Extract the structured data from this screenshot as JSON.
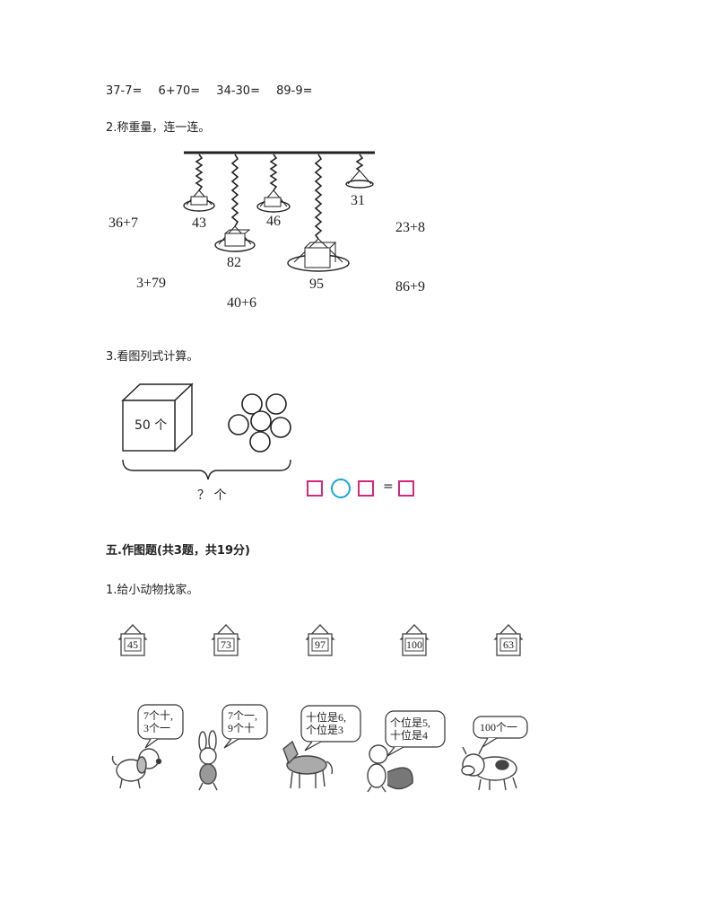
{
  "equations_row": [
    "37-7=",
    "6+70=",
    "34-30=",
    "89-9="
  ],
  "q2": {
    "title": "2.称重量，连一连。",
    "weights": [
      "43",
      "82",
      "46",
      "95",
      "31"
    ],
    "expressions": [
      "36+7",
      "3+79",
      "40+6",
      "23+8",
      "86+9"
    ]
  },
  "q3": {
    "title": "3.看图列式计算。",
    "box_label": "50 个",
    "brace_label": "？ 个",
    "equals": "="
  },
  "section5": {
    "title": "五.作图题(共3题，共19分)"
  },
  "q5_1": {
    "title": "1.给小动物找家。",
    "houses": [
      "45",
      "73",
      "97",
      "100",
      "63"
    ],
    "bubbles": [
      "7个十,\n3个一",
      "7个一,\n9个十",
      "十位是6,\n个位是3",
      "个位是5,\n十位是4",
      "100个一"
    ]
  },
  "colors": {
    "pink": "#d12a7a",
    "blue": "#19a7d6"
  }
}
